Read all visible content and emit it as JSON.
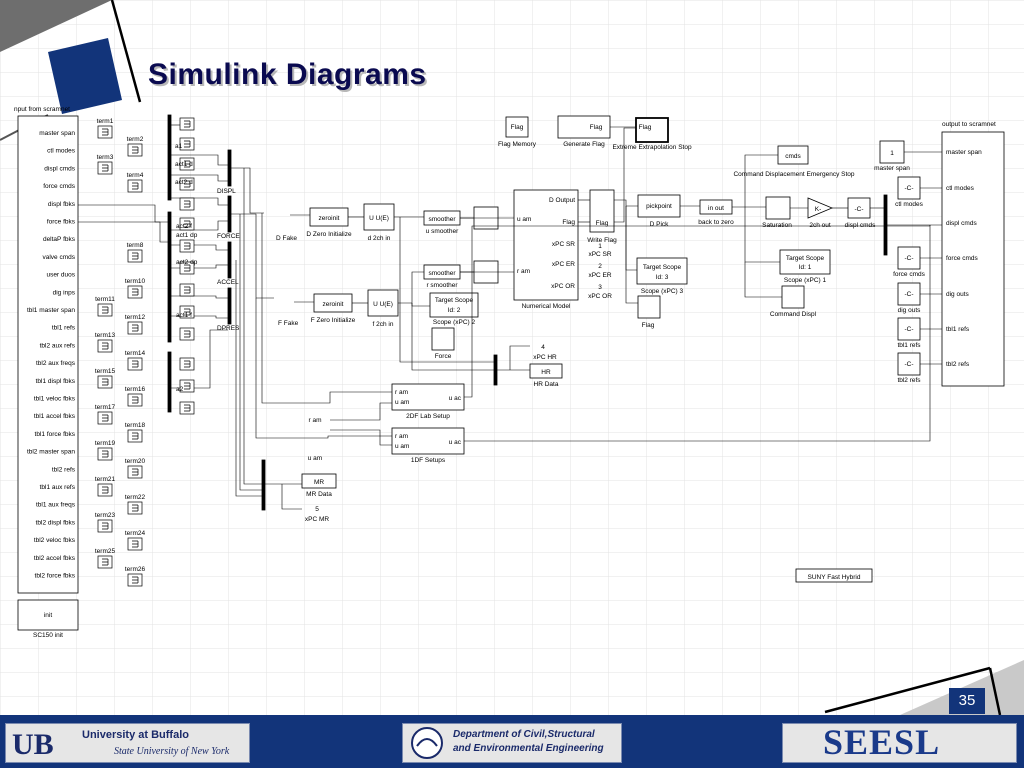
{
  "slide": {
    "title": "Simulink Diagrams",
    "page_number": "35"
  },
  "footer": {
    "ub_line1": "University at Buffalo",
    "ub_line2": "State University of New York",
    "dept_line1": "Department of Civil,Structural",
    "dept_line2": "and Environmental Engineering",
    "seesl": "SEESL"
  },
  "diagram": {
    "input_label": "nput from scramnet",
    "output_label": "output to scramnet",
    "input_ports": [
      "master span",
      "ctl modes",
      "displ cmds",
      "force cmds",
      "displ fbks",
      "force fbks",
      "deltaP fbks",
      "valve cmds",
      "user duos",
      "dig inps",
      "tbl1 master span",
      "tbl1 refs",
      "tbl2 aux refs",
      "tbl2 aux freqs",
      "tbl1 displ fbks",
      "tbl1 veloc fbks",
      "tbl1 accel fbks",
      "tbl1 force fbks",
      "tbl2 master span",
      "tbl2 refs",
      "tbl1 aux refs",
      "tbl1 aux freqs",
      "tbl2 displ fbks",
      "tbl2 veloc fbks",
      "tbl2 accel fbks",
      "tbl2 force fbks"
    ],
    "terms_left": [
      "term1",
      "term2",
      "term3",
      "term4",
      "term8",
      "term10",
      "term11",
      "term12",
      "term13",
      "term14",
      "term15",
      "term16",
      "term17",
      "term18",
      "term19",
      "term20",
      "term21",
      "term22",
      "term23",
      "term24",
      "term25",
      "term26"
    ],
    "init_label": "init",
    "sc150_label": "SC150 init",
    "demux_top": [
      "a1",
      "act1 d",
      "act2 d"
    ],
    "demux_labels": [
      "DISPL",
      "FORCE",
      "ACCEL",
      "DPRES"
    ],
    "demux_mid": [
      "act2 f",
      "act1 dp",
      "act2 dp",
      "act1 f",
      "a2"
    ],
    "d_fake": "D Fake",
    "f_fake": "F Fake",
    "zeroinit": "zeroinit",
    "d_zero_init": "D Zero Initialize",
    "f_zero_init": "F Zero Initialize",
    "u_ue": "U  U(E)",
    "d2ch_in": "d 2ch in",
    "f2ch_in": "f 2ch in",
    "smoother": "smoother",
    "u_smoother": "u smoother",
    "r_smoother": "r smoother",
    "flag_memory_block": "Flag",
    "flag_memory": "Flag Memory",
    "generate_flag_block": "Flag",
    "generate_flag": "Generate Flag",
    "extreme_block": "Flag",
    "extreme_stop": "Extreme Extrapolation Stop",
    "num_model_ports_in": [
      "u am",
      "r am"
    ],
    "num_model_ports_out": [
      "D Output",
      "Flag",
      "xPC SR",
      "xPC ER",
      "xPC OR"
    ],
    "numerical_model": "Numerical Model",
    "write_flag": "Write Flag",
    "flag_small": "Flag",
    "xpc_sr_num": "1",
    "xpc_er_num": "2",
    "xpc_or_num": "3",
    "xpc_sr": "xPC SR",
    "xpc_er": "xPC ER",
    "xpc_or": "xPC OR",
    "pickpoint": "pickpoint",
    "d_pick": "D Pick",
    "in_out": "in    out",
    "back_to_zero": "back to zero",
    "target_scope": "Target Scope",
    "id1": "Id: 1",
    "id2": "Id: 2",
    "id3": "Id: 3",
    "scope_xpc1": "Scope (xPC) 1",
    "scope_xpc2": "Scope (xPC) 2",
    "scope_xpc3": "Scope (xPC) 3",
    "force": "Force",
    "flag_scope": "Flag",
    "cmds": "cmds",
    "cmd_disp_stop": "Command Displacement Emergency Stop",
    "saturation": "Saturation",
    "gain_k": "K-",
    "out_2ch": "2ch out",
    "c_const": "-C-",
    "displ_cmds_out": "displ cmds",
    "command_displ": "Command Displ",
    "xpc_hr_num": "4",
    "xpc_hr": "xPC HR",
    "hr": "HR",
    "hr_data": "HR Data",
    "mr": "MR",
    "mr_data": "MR Data",
    "xpc_mr_num": "5",
    "xpc_mr": "xPC MR",
    "r_am": "r am",
    "u_am": "u am",
    "u_ac": "u ac",
    "lab_2df": "2DF Lab Setup",
    "lab_1df": "1DF Setups",
    "const_one": "1",
    "master_span_const": "master span",
    "ctl_modes_const": "ctl modes",
    "force_cmds_const": "force cmds",
    "dig_outs_const": "dig outs",
    "tbl1_refs_const": "tbl1 refs",
    "tbl2_refs_const": "tbl2 refs",
    "output_ports": [
      "master span",
      "ctl modes",
      "displ cmds",
      "force cmds",
      "dig outs",
      "tbl1 refs",
      "tbl2 refs"
    ],
    "suny_label": "SUNY Fast Hybrid"
  },
  "colors": {
    "title": "#0a0a50",
    "footer": "#12347a",
    "slide_corner": "#12347a",
    "corner_gray": "#707070"
  }
}
